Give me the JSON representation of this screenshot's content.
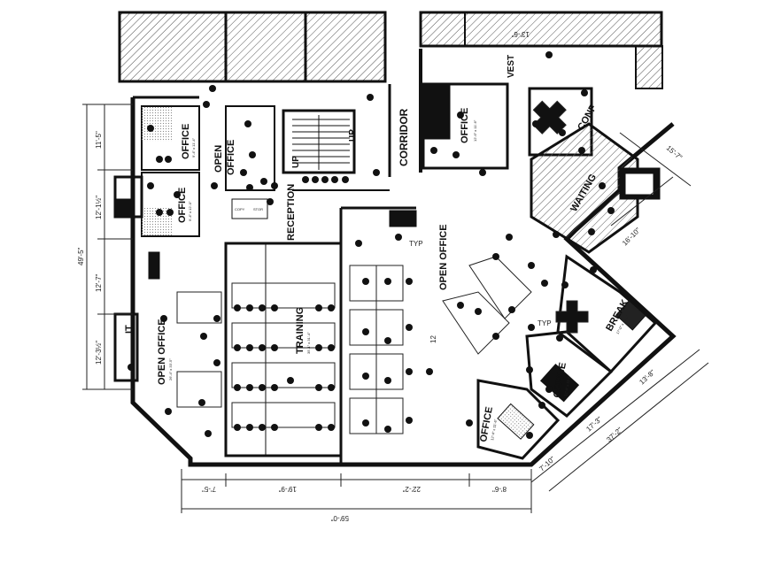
{
  "rooms": {
    "office_nw1": {
      "label": "OFFICE",
      "size": "9'-4\" x 11'-4\""
    },
    "office_nw2": {
      "label": "OFFICE",
      "size": "9'-4\" x 12'-0\""
    },
    "open_office_n": {
      "label_line1": "OPEN",
      "label_line2": "OFFICE"
    },
    "corridor": {
      "label": "CORRIDOR"
    },
    "up_stair_1": {
      "label": "UP"
    },
    "up_stair_2": {
      "label": "UP"
    },
    "reception": {
      "label": "RECEPTION"
    },
    "vest": {
      "label": "VEST"
    },
    "office_ne": {
      "label": "OFFICE",
      "size": "12'-6\" x 11'-6\""
    },
    "conf": {
      "label": "CONF"
    },
    "waiting": {
      "label": "WAITING"
    },
    "open_office_c": {
      "label": "OPEN OFFICE"
    },
    "training": {
      "label": "TRAINING",
      "size": "35'-1\" x 31'-4\""
    },
    "it": {
      "label": "IT"
    },
    "open_office_w": {
      "label": "OPEN OFFICE",
      "size": "26'-4\" x 33'-5\""
    },
    "break": {
      "label": "BREAK",
      "size": "17'-0\" x 16'-1\""
    },
    "office_se1": {
      "label": "OFFICE",
      "size": "12'-4\" x 11'-6\""
    },
    "office_se2": {
      "label": "OFFICE",
      "size": "12'-4\" x 11'-6\""
    },
    "copy": {
      "label": "COPY"
    },
    "storage": {
      "label": "STOR"
    }
  },
  "annotations": {
    "typ1": "TYP",
    "typ2": "TYP",
    "twelve": "12",
    "top_dim": "13'-6\""
  },
  "dimensions": {
    "left_total": "49'-5\"",
    "left_1": "11'-5\"",
    "left_2": "12'-1½\"",
    "left_3": "12'-7\"",
    "left_4": "12'-3½\"",
    "bottom_1": "7'-5\"",
    "bottom_2": "19'-9\"",
    "bottom_3": "22'-2\"",
    "bottom_4": "8'-6\"",
    "bottom_total": "59'-0\"",
    "ne_1": "15'-7\"",
    "ne_2": "16'-10\"",
    "se_1": "13'-8\"",
    "se_2": "17'-3\"",
    "se_3": "7'-10\"",
    "se_total": "37'-2\""
  }
}
